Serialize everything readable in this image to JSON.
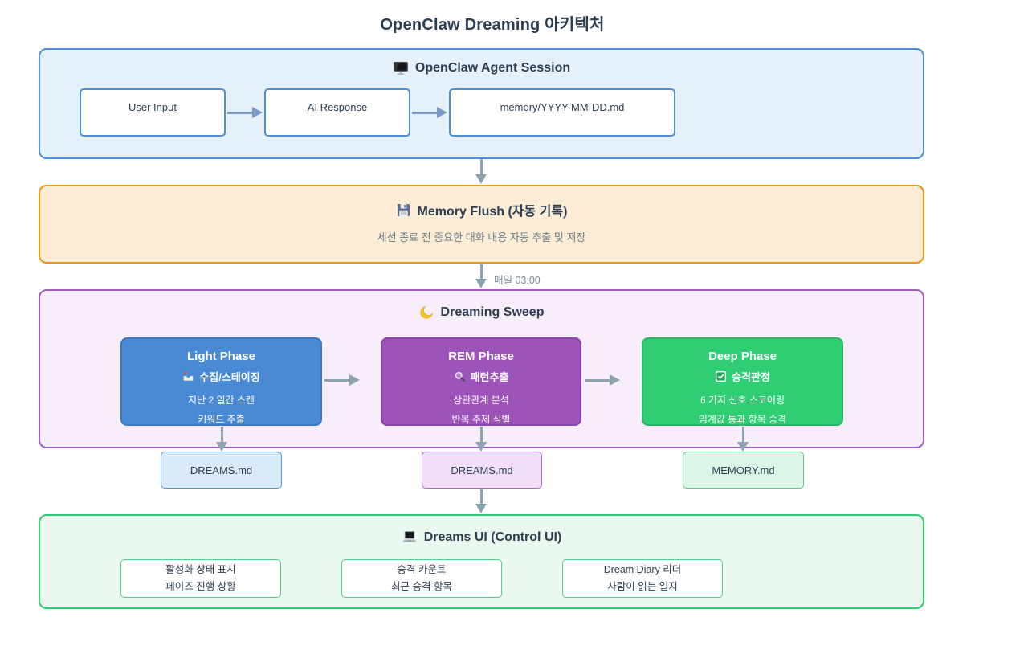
{
  "title": "OpenClaw Dreaming 아키텍처",
  "colors": {
    "agent_session_bg": "#e4f1fa",
    "agent_session_border": "#4d8fd1",
    "memory_flush_bg": "#fcecd6",
    "memory_flush_border": "#f0960e",
    "dreaming_sweep_bg": "#f8edfa",
    "dreaming_sweep_border": "#a05cc0",
    "dreams_ui_bg": "#e9f9f0",
    "dreams_ui_border": "#2ecc71",
    "light_phase": "#4a89d4",
    "rem_phase": "#9c53ba",
    "deep_phase": "#30ce74",
    "arrow": "#8ca3b0",
    "text_dark": "#2c3e50"
  },
  "agent_session": {
    "icon": "desktop-icon",
    "title": "OpenClaw Agent Session",
    "nodes": [
      "User Input",
      "AI Response",
      "memory/YYYY-MM-DD.md"
    ]
  },
  "memory_flush": {
    "icon": "floppy-disk-icon",
    "title": "Memory Flush (자동 기록)",
    "subtitle": "세션 종료 전 중요한 대화 내용 자동 추출 및 저장"
  },
  "schedule_label": "매일 03:00",
  "dreaming_sweep": {
    "icon": "moon-icon",
    "title": "Dreaming Sweep",
    "phases": [
      {
        "name": "Light Phase",
        "icon": "inbox-icon",
        "subtitle": "수집/스테이징",
        "line1": "지난 2 일간 스캔",
        "line2": "키워드 추출"
      },
      {
        "name": "REM Phase",
        "icon": "magnifier-icon",
        "subtitle": "패턴추출",
        "line1": "상관관계 분석",
        "line2": "반복 주제 식별"
      },
      {
        "name": "Deep Phase",
        "icon": "check-icon",
        "subtitle": "승격판정",
        "line1": "6 가지 신호 스코어링",
        "line2": "임계값 통과 항목 승격"
      }
    ]
  },
  "outputs": [
    {
      "label": "DREAMS.md"
    },
    {
      "label": "DREAMS.md"
    },
    {
      "label": "MEMORY.md"
    }
  ],
  "dreams_ui": {
    "icon": "laptop-icon",
    "title": "Dreams UI (Control UI)",
    "panels": [
      {
        "line1": "활성화 상태 표시",
        "line2": "페이즈 진행 상황"
      },
      {
        "line1": "승격 카운트",
        "line2": "최근 승격 항목"
      },
      {
        "line1": "Dream Diary 리더",
        "line2": "사람이 읽는 일지"
      }
    ]
  }
}
